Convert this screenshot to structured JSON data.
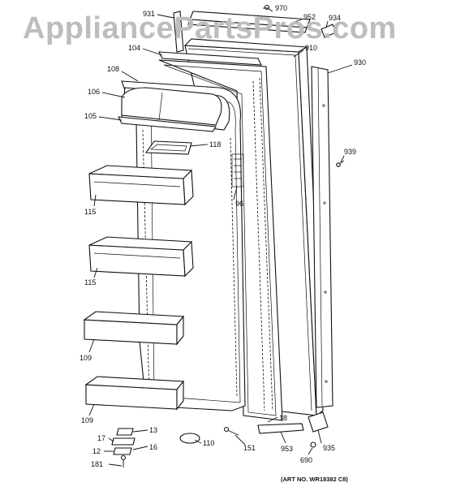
{
  "watermark": "AppliancePartsPros.com",
  "art_number": "(ART NO. WR18382 C8)",
  "callouts": {
    "c931": "931",
    "c970": "970",
    "c952": "952",
    "c934": "934",
    "c104": "104",
    "c910": "910",
    "c930": "930",
    "c108": "108",
    "c106": "106",
    "c105": "105",
    "c118": "118",
    "c939": "939",
    "c96": "96",
    "c115a": "115",
    "c115b": "115",
    "c109a": "109",
    "c109b": "109",
    "c13": "13",
    "c17": "17",
    "c16": "16",
    "c12": "12",
    "c181": "181",
    "c110": "110",
    "c151": "151",
    "c18": "18",
    "c953": "953",
    "c935": "935",
    "c690": "690"
  }
}
